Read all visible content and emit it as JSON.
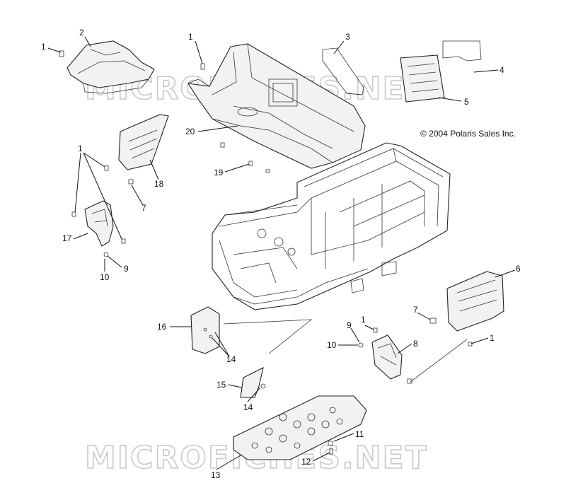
{
  "copyright": "© 2004 Polaris Sales Inc.",
  "watermark": "MICROFICHES.NET",
  "callouts": [
    {
      "id": "c1a",
      "text": "1"
    },
    {
      "id": "c2",
      "text": "2"
    },
    {
      "id": "c1b",
      "text": "1"
    },
    {
      "id": "c3",
      "text": "3"
    },
    {
      "id": "c4",
      "text": "4"
    },
    {
      "id": "c5",
      "text": "5"
    },
    {
      "id": "c20",
      "text": "20"
    },
    {
      "id": "c1c",
      "text": "1"
    },
    {
      "id": "c18",
      "text": "18"
    },
    {
      "id": "c19",
      "text": "19"
    },
    {
      "id": "c7a",
      "text": "7"
    },
    {
      "id": "c17",
      "text": "17"
    },
    {
      "id": "c9a",
      "text": "9"
    },
    {
      "id": "c10a",
      "text": "10"
    },
    {
      "id": "c6",
      "text": "6"
    },
    {
      "id": "c7b",
      "text": "7"
    },
    {
      "id": "c16",
      "text": "16"
    },
    {
      "id": "c9b",
      "text": "9"
    },
    {
      "id": "c1d",
      "text": "1"
    },
    {
      "id": "c10b",
      "text": "10"
    },
    {
      "id": "c8",
      "text": "8"
    },
    {
      "id": "c1e",
      "text": "1"
    },
    {
      "id": "c14a",
      "text": "14"
    },
    {
      "id": "c15",
      "text": "15"
    },
    {
      "id": "c14b",
      "text": "14"
    },
    {
      "id": "c11",
      "text": "11"
    },
    {
      "id": "c12",
      "text": "12"
    },
    {
      "id": "c13",
      "text": "13"
    }
  ]
}
